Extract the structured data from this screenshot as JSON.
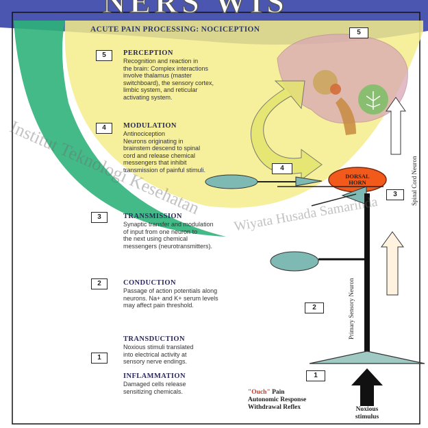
{
  "title": "ACUTE PAIN PROCESSING: NOCICEPTION",
  "banner_text": "NERS WIS",
  "watermark_left": "Institut Teknologi Kesehatan",
  "watermark_right": "Wiyata Husada Samarinda",
  "stages": [
    {
      "num": "5",
      "heading": "PERCEPTION",
      "lines": [
        "Recognition and reaction in",
        "the brain: Complex interactions",
        "involve thalamus (master",
        "switchboard), the sensory cortex,",
        "limbic system, and reticular",
        "activating system."
      ]
    },
    {
      "num": "4",
      "heading": "MODULATION",
      "lines": [
        "Antinociception",
        "Neurons originating in",
        "brainstem descend to spinal",
        "cord and release chemical",
        "messengers that inhibit",
        "transmission of painful stimuli."
      ]
    },
    {
      "num": "3",
      "heading": "TRANSMISSION",
      "lines": [
        "Synaptic transfer and modulation",
        "of input from one neuron to",
        "the next using chemical",
        "messengers (neurotransmitters)."
      ]
    },
    {
      "num": "2",
      "heading": "CONDUCTION",
      "lines": [
        "Passage of action potentials along",
        "neurons. Na+ and K+ serum levels",
        "may affect pain threshold."
      ]
    },
    {
      "num": "1",
      "heading": "TRANSDUCTION",
      "lines": [
        "Noxious stimuli translated",
        "into electrical activity at",
        "sensory nerve endings."
      ]
    }
  ],
  "inflammation": {
    "heading": "INFLAMMATION",
    "lines": [
      "Damaged cells release",
      "sensitizing chemicals."
    ]
  },
  "diagram_labels": {
    "box5": "5",
    "box4": "4",
    "box3": "3",
    "box2": "2",
    "box1": "1",
    "dorsal_horn": [
      "DORSAL",
      "HORN"
    ],
    "spinal_cord_neuron": "Spinal Cord Neuron",
    "primary_sensory_neuron": "Primary Sensory Neuron",
    "ouch_quote": "\"Ouch\"",
    "ouch_rest": " Pain",
    "autonomic": "Autonomic Response",
    "withdrawal": "Withdrawal Reflex",
    "noxious": [
      "Noxious",
      "stimulus"
    ]
  },
  "colors": {
    "yellow": "#f4ec8a",
    "green": "#2fb27a",
    "blue": "#4a56b0",
    "orange": "#f25a1c",
    "teal": "#7fb9b3"
  }
}
